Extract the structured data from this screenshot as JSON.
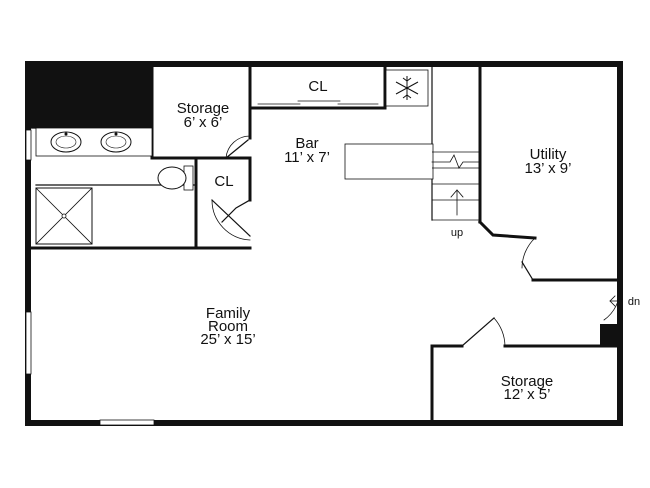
{
  "rooms": {
    "storage_top": {
      "name": "Storage",
      "dims": "6’ x 6’"
    },
    "closet_top": {
      "name": "CL"
    },
    "closet_bath": {
      "name": "CL"
    },
    "bar": {
      "name": "Bar",
      "dims": "11’ x 7’"
    },
    "utility": {
      "name": "Utility",
      "dims": "13’ x 9’"
    },
    "family_room": {
      "name": "Family",
      "name2": "Room",
      "dims": "25’ x 15’"
    },
    "storage_bottom": {
      "name": "Storage",
      "dims": "12’ x 5’"
    }
  },
  "stairs": {
    "up_label": "up",
    "down_label": "dn"
  },
  "icons": {
    "freezer": "snowflake-icon",
    "sinks": "sink-icon",
    "toilet": "toilet-icon",
    "shower": "shower-icon"
  },
  "colors": {
    "wall": "#111111",
    "background": "#ffffff"
  }
}
